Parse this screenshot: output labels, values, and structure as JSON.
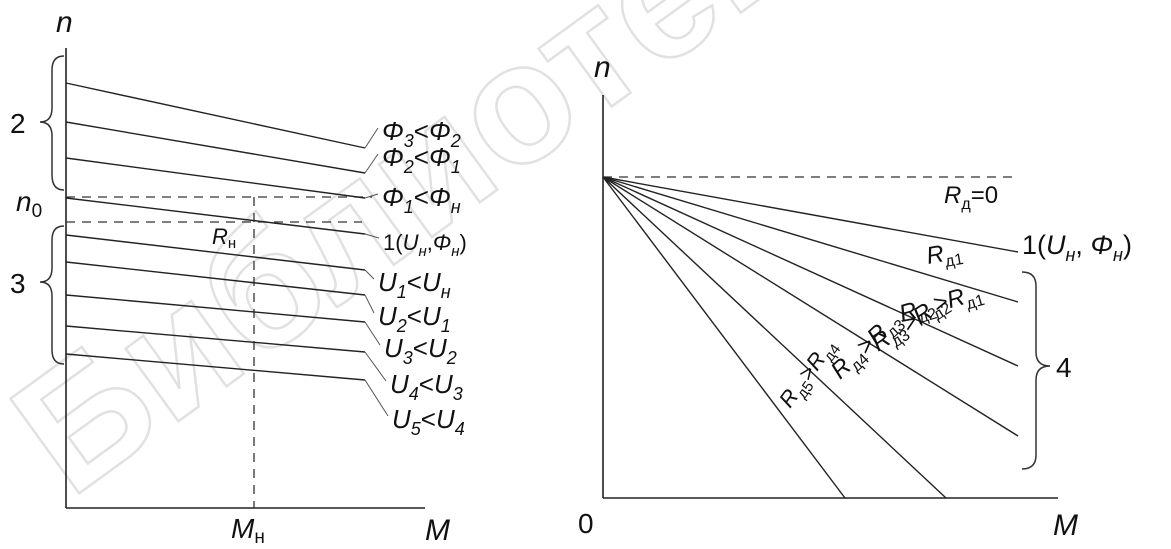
{
  "watermark": "Библиотека",
  "left": {
    "y_axis": "n",
    "x_axis": "M",
    "n0_base": "n",
    "n0_sub": "0",
    "mn_base": "M",
    "mn_sub": "н",
    "rn_base": "R",
    "rn_sub": "н",
    "group_top": "2",
    "group_bottom": "3",
    "curves": [
      {
        "parts": [
          [
            "Φ",
            "i"
          ],
          [
            "3",
            "is"
          ],
          [
            "<",
            "r"
          ],
          [
            "Φ",
            "i"
          ],
          [
            "2",
            "is"
          ]
        ]
      },
      {
        "parts": [
          [
            "Φ",
            "i"
          ],
          [
            "2",
            "is"
          ],
          [
            "<",
            "r"
          ],
          [
            "Φ",
            "i"
          ],
          [
            "1",
            "is"
          ]
        ]
      },
      {
        "parts": [
          [
            "Φ",
            "i"
          ],
          [
            "1",
            "is"
          ],
          [
            "<",
            "r"
          ],
          [
            "Φ",
            "i"
          ],
          [
            "н",
            "is"
          ]
        ]
      },
      {
        "parts": [
          [
            "1(",
            "r"
          ],
          [
            "U",
            "i"
          ],
          [
            "н",
            "is"
          ],
          [
            ",",
            "r"
          ],
          [
            "Φ",
            "i"
          ],
          [
            "н",
            "is"
          ],
          [
            ")",
            "r"
          ]
        ]
      },
      {
        "parts": [
          [
            "U",
            "i"
          ],
          [
            "1",
            "is"
          ],
          [
            "<",
            "r"
          ],
          [
            "U",
            "i"
          ],
          [
            "н",
            "is"
          ]
        ]
      },
      {
        "parts": [
          [
            "U",
            "i"
          ],
          [
            "2",
            "is"
          ],
          [
            "<",
            "r"
          ],
          [
            "U",
            "i"
          ],
          [
            "1",
            "is"
          ]
        ]
      },
      {
        "parts": [
          [
            "U",
            "i"
          ],
          [
            "3",
            "is"
          ],
          [
            "<",
            "r"
          ],
          [
            "U",
            "i"
          ],
          [
            "2",
            "is"
          ]
        ]
      },
      {
        "parts": [
          [
            "U",
            "i"
          ],
          [
            "4",
            "is"
          ],
          [
            "<",
            "r"
          ],
          [
            "U",
            "i"
          ],
          [
            "3",
            "is"
          ]
        ]
      },
      {
        "parts": [
          [
            "U",
            "i"
          ],
          [
            "5",
            "is"
          ],
          [
            "<",
            "r"
          ],
          [
            "U",
            "i"
          ],
          [
            "4",
            "is"
          ]
        ]
      }
    ]
  },
  "right": {
    "y_axis": "n",
    "x_axis": "M",
    "origin": "0",
    "group": "4",
    "natural_label": {
      "parts": [
        [
          "1(",
          "r"
        ],
        [
          "U",
          "i"
        ],
        [
          "н",
          "is"
        ],
        [
          ", ",
          "r"
        ],
        [
          "Φ",
          "i"
        ],
        [
          "н",
          "is"
        ],
        [
          ")",
          "r"
        ]
      ]
    },
    "curves": [
      {
        "parts": [
          [
            "R",
            "i"
          ],
          [
            "д",
            "s"
          ],
          [
            "=0",
            "r"
          ]
        ]
      },
      {
        "parts": [
          [
            "R",
            "i"
          ],
          [
            "д1",
            "s"
          ]
        ]
      },
      {
        "parts": [
          [
            "R",
            "i"
          ],
          [
            "д2",
            "s"
          ],
          [
            ">",
            "r"
          ],
          [
            "R",
            "i"
          ],
          [
            "д1",
            "s"
          ]
        ]
      },
      {
        "parts": [
          [
            "R",
            "i"
          ],
          [
            "д3",
            "s"
          ],
          [
            ">",
            "r"
          ],
          [
            "R",
            "i"
          ],
          [
            "д2",
            "s"
          ]
        ]
      },
      {
        "parts": [
          [
            "R",
            "i"
          ],
          [
            "д4",
            "s"
          ],
          [
            ">",
            "r"
          ],
          [
            "R",
            "i"
          ],
          [
            "д3",
            "s"
          ]
        ]
      },
      {
        "parts": [
          [
            "R",
            "i"
          ],
          [
            "д5",
            "s"
          ],
          [
            ">",
            "r"
          ],
          [
            "R",
            "i"
          ],
          [
            "д4",
            "s"
          ]
        ]
      }
    ]
  }
}
